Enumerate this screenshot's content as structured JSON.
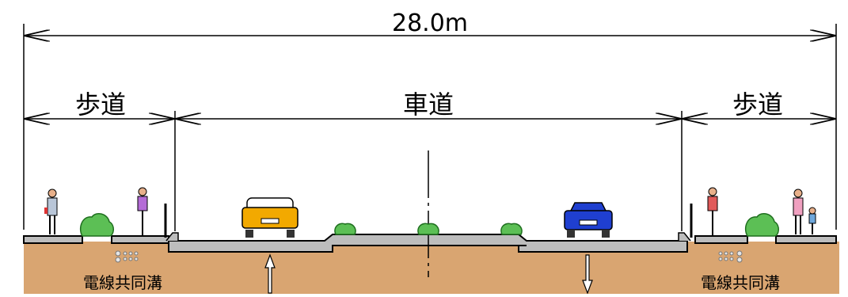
{
  "diagram": {
    "total_width_label": "28.0m",
    "sections": {
      "left_sidewalk": "歩道",
      "roadway": "車道",
      "right_sidewalk": "歩道"
    },
    "utility_trench_left": "電線共同溝",
    "utility_trench_right": "電線共同溝",
    "colors": {
      "soil": "#d9a571",
      "pavement": "#bdbdbd",
      "shrub": "#4caf50",
      "car_left": "#f2a900",
      "car_right": "#1f3fd0"
    }
  }
}
